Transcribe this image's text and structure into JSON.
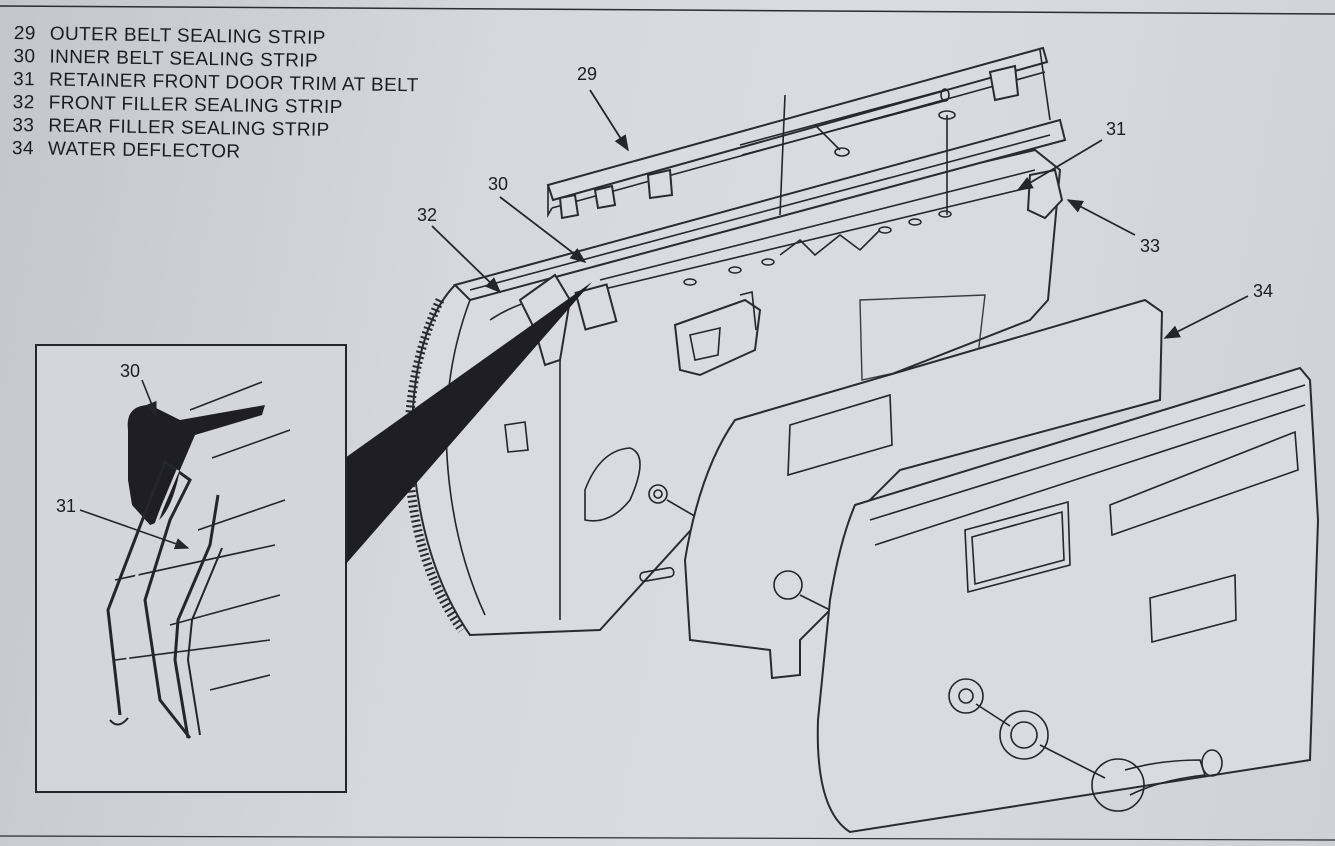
{
  "legend": [
    {
      "num": "29",
      "text": "OUTER BELT SEALING STRIP"
    },
    {
      "num": "30",
      "text": "INNER BELT SEALING STRIP"
    },
    {
      "num": "31",
      "text": "RETAINER FRONT DOOR TRIM AT BELT"
    },
    {
      "num": "32",
      "text": "FRONT FILLER SEALING STRIP"
    },
    {
      "num": "33",
      "text": "REAR FILLER SEALING STRIP"
    },
    {
      "num": "34",
      "text": "WATER DEFLECTOR"
    }
  ],
  "callouts": {
    "c29": "29",
    "c30": "30",
    "c31": "31",
    "c32": "32",
    "c33": "33",
    "c34": "34",
    "detail_30": "30",
    "detail_31": "31"
  },
  "colors": {
    "line": "#25252c",
    "paper": "#d6d8de",
    "wedge": "#1e1e24"
  }
}
